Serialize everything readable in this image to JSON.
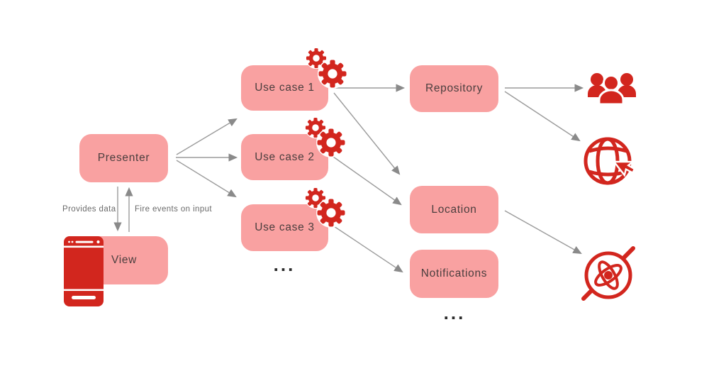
{
  "diagram": {
    "nodes": {
      "presenter": {
        "label": "Presenter"
      },
      "view": {
        "label": "View"
      },
      "use_case_1": {
        "label": "Use case 1"
      },
      "use_case_2": {
        "label": "Use case 2"
      },
      "use_case_3": {
        "label": "Use case 3"
      },
      "repository": {
        "label": "Repository"
      },
      "location": {
        "label": "Location"
      },
      "notifications": {
        "label": "Notifications"
      }
    },
    "edge_labels": {
      "provides_data": "Provides data",
      "fire_events_on_input": "Fire events on input"
    },
    "ellipsis_use_cases": "...",
    "ellipsis_services": "...",
    "icons": {
      "gears": "gears-icon",
      "phone": "smartphone-icon",
      "users": "users-icon",
      "globe_cursor": "globe-cursor-icon",
      "atom": "atom-crossed-icon"
    },
    "colors": {
      "node_fill": "#F9A1A1",
      "icon_red": "#D2261E",
      "arrow_gray": "#9B9B9B",
      "arrowhead_gray": "#8A8A8A",
      "node_text": "#4A3E3E",
      "edge_label_text": "#6A6A6A",
      "background": "#FFFFFF"
    }
  }
}
